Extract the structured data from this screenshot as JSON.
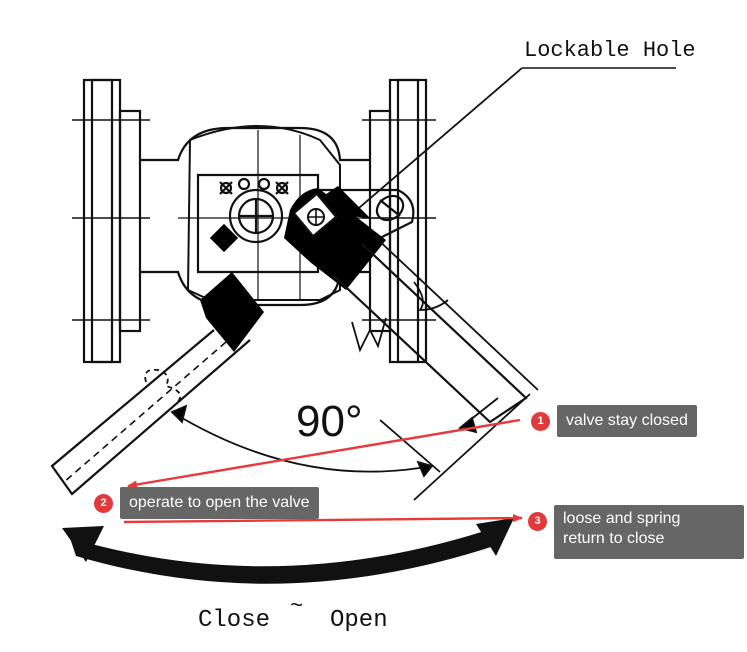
{
  "labels": {
    "lockable_hole": "Lockable Hole",
    "angle": "90°",
    "range_close": "Close",
    "range_sep": "~",
    "range_open": "Open"
  },
  "callouts": [
    {
      "number": "1",
      "text": "valve stay closed"
    },
    {
      "number": "2",
      "text": "operate to open the valve"
    },
    {
      "number": "3",
      "text": "loose and spring return to close"
    }
  ],
  "callout_3_lines": [
    "loose and spring",
    "return to close"
  ],
  "colors": {
    "callout_bg": "#666666",
    "badge": "#e03a3a",
    "arrow": "#e8393c",
    "ink": "#111111"
  }
}
